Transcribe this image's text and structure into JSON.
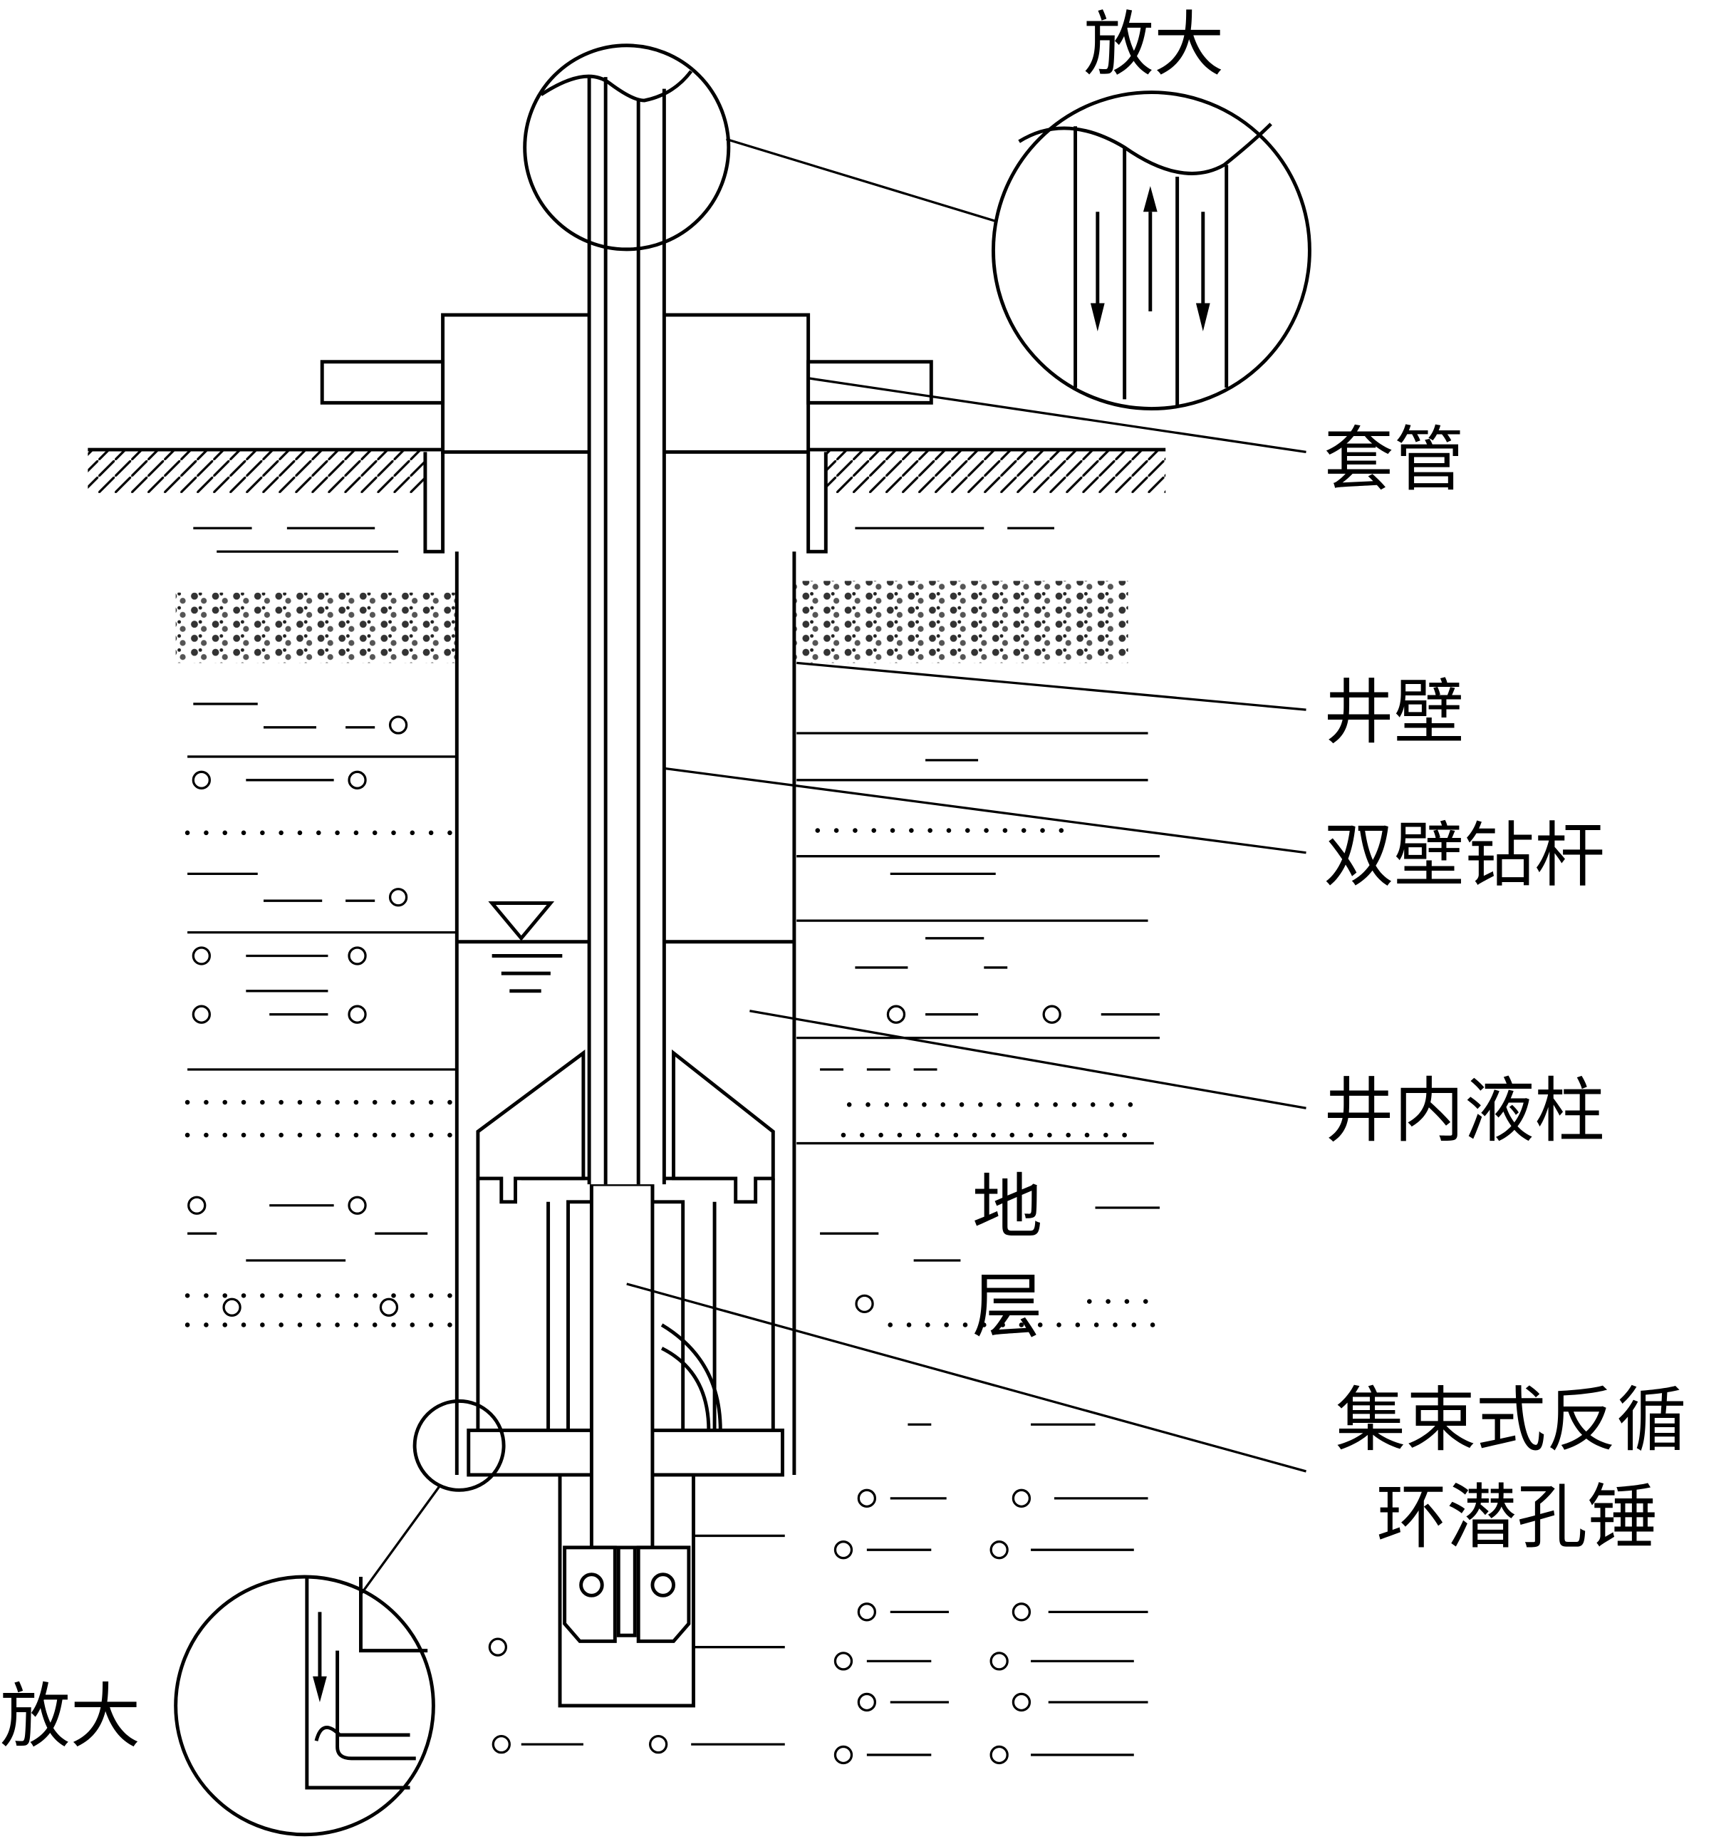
{
  "labels": {
    "magnify_top": "放大",
    "magnify_bottom": "放大",
    "casing": "套管",
    "well_wall": "井壁",
    "double_wall_drill_pipe": "双壁钻杆",
    "well_fluid_column": "井内液柱",
    "stratum_line1": "地",
    "stratum_line2": "层",
    "hammer_line1": "集束式反循",
    "hammer_line2": "环潜孔锤"
  }
}
